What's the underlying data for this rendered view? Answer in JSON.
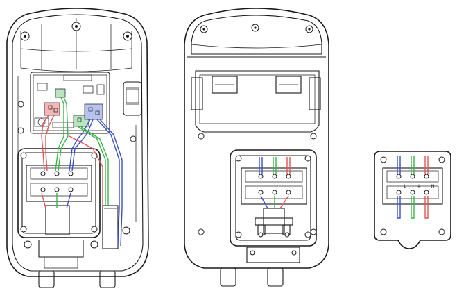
{
  "figure": {
    "panels": [
      {
        "id": "left",
        "description_name": "open-enclosure-with-pcb"
      },
      {
        "id": "middle",
        "description_name": "enclosure-back-plate"
      },
      {
        "id": "right",
        "description_name": "terminal-block-detail"
      }
    ],
    "wire_colors": {
      "live": "#e05555",
      "earth": "#39b54a",
      "neutral": "#3b4fc4"
    },
    "terminal_labels": [
      "L",
      "⏚",
      "N"
    ]
  }
}
